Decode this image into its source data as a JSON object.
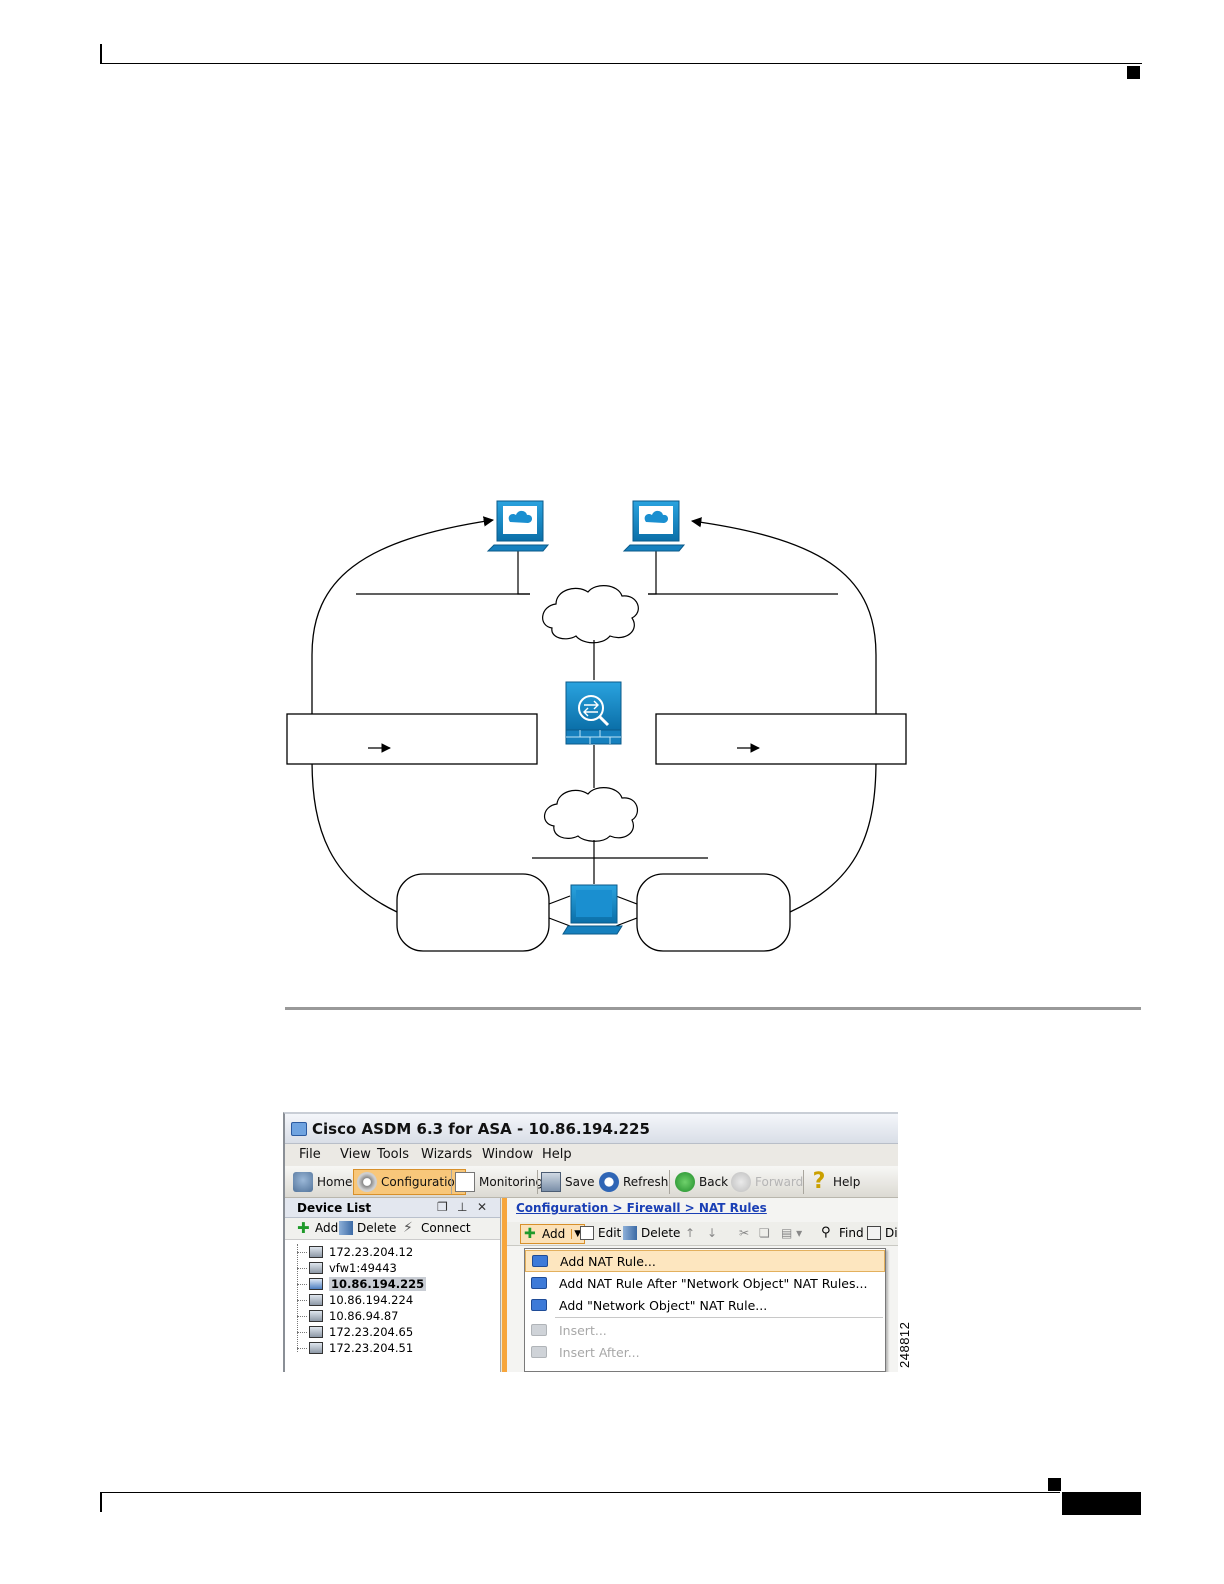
{
  "figure_id": "248812",
  "asdm": {
    "window_title": "Cisco ASDM 6.3 for ASA - 10.86.194.225",
    "menu": [
      "File",
      "View",
      "Tools",
      "Wizards",
      "Window",
      "Help"
    ],
    "toolbar": {
      "home": "Home",
      "configuration": "Configuration",
      "monitoring": "Monitoring",
      "save": "Save",
      "refresh": "Refresh",
      "back": "Back",
      "forward": "Forward",
      "help": "Help"
    },
    "device_list": {
      "title": "Device List",
      "add": "Add",
      "delete": "Delete",
      "connect": "Connect",
      "devices": [
        "172.23.204.12",
        "vfw1:49443",
        "10.86.194.225",
        "10.86.194.224",
        "10.86.94.87",
        "172.23.204.65",
        "172.23.204.51"
      ],
      "selected": "10.86.194.225"
    },
    "breadcrumb": "Configuration > Firewall > NAT Rules",
    "rules_toolbar": {
      "add": "Add",
      "edit": "Edit",
      "delete": "Delete",
      "find": "Find",
      "diagram": "Di"
    },
    "add_menu": {
      "items": [
        "Add NAT Rule...",
        "Add NAT Rule After \"Network Object\" NAT Rules...",
        "Add \"Network Object\" NAT Rule..."
      ],
      "disabled_items": [
        "Insert...",
        "Insert After..."
      ]
    }
  },
  "colors": {
    "device_blue": "#1a8fd0",
    "asdm_orange": "#f7a63c",
    "link_blue": "#1a3fb5"
  }
}
